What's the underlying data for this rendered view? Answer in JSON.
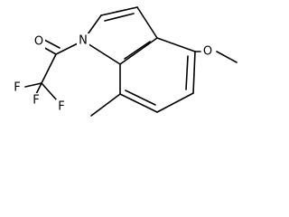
{
  "molecule": {
    "atoms": {
      "N": "N",
      "O_carbonyl": "O",
      "O_methoxy": "O",
      "F_top": "F",
      "F_left": "F",
      "F_bottom": "F"
    },
    "colors": {
      "bond": "#000000",
      "label": "#000000",
      "background": "#ffffff"
    }
  }
}
